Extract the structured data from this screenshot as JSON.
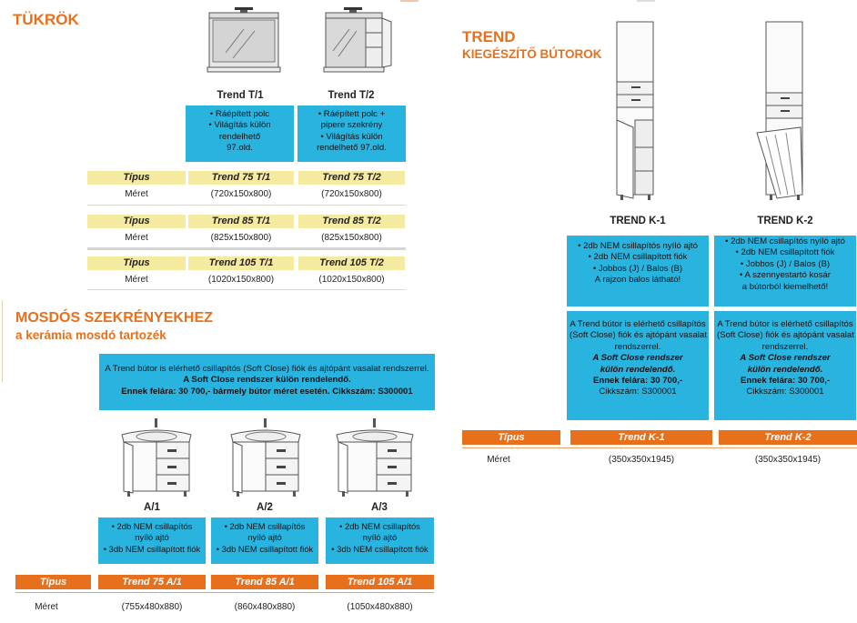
{
  "colors": {
    "orange": "#e8701c",
    "blue": "#29b4e0",
    "yellow": "#f4eaa0"
  },
  "mirrors": {
    "title": "TÜKRÖK",
    "products": [
      {
        "name": "Trend T/1",
        "features": [
          "• Ráépített polc",
          "• Világítás külön",
          "rendelhető",
          "97.old."
        ]
      },
      {
        "name": "Trend T/2",
        "features": [
          "• Ráépített polc +",
          "pipere szekrény",
          "• Világítás külön",
          "rendelhető 97.old."
        ]
      }
    ],
    "label_type": "Típus",
    "label_size": "Méret",
    "rows": [
      {
        "types": [
          "Trend 75 T/1",
          "Trend 75 T/2"
        ],
        "sizes": [
          "(720x150x800)",
          "(720x150x800)"
        ]
      },
      {
        "types": [
          "Trend 85 T/1",
          "Trend 85 T/2"
        ],
        "sizes": [
          "(825x150x800)",
          "(825x150x800)"
        ]
      },
      {
        "types": [
          "Trend 105 T/1",
          "Trend 105 T/2"
        ],
        "sizes": [
          "(1020x150x800)",
          "(1020x150x800)"
        ]
      }
    ]
  },
  "cabinets": {
    "title": "MOSDÓS SZEKRÉNYEKHEZ",
    "subtitle": "a kerámia mosdó tartozék",
    "notice": [
      "A Trend bútor is elérhető csillapítós (Soft Close) fiók és ajtópánt vasalat rendszerrel.",
      "A Soft Close rendszer külön rendelendő.",
      "Ennek felára: 30 700,- bármely bútor méret esetén. Cikkszám: S300001"
    ],
    "products": [
      {
        "name": "A/1",
        "features": [
          "• 2db NEM csillapítós",
          "nyíló ajtó",
          "• 3db NEM csillapított fiók"
        ],
        "type": "Trend 75 A/1",
        "size": "(755x480x880)"
      },
      {
        "name": "A/2",
        "features": [
          "• 2db NEM csillapítós",
          "nyíló ajtó",
          "• 3db NEM csillapított fiók"
        ],
        "type": "Trend 85 A/1",
        "size": "(860x480x880)"
      },
      {
        "name": "A/3",
        "features": [
          "• 2db NEM csillapítós",
          "nyíló ajtó",
          "• 3db NEM csillapított fiók"
        ],
        "type": "Trend 105 A/1",
        "size": "(1050x480x880)"
      }
    ],
    "label_type": "Típus",
    "label_size": "Méret"
  },
  "trend": {
    "title": "TREND",
    "subtitle": "KIEGÉSZÍTŐ BÚTOROK",
    "products": [
      {
        "name": "TREND K-1",
        "features": [
          "• 2db NEM csillapítós nyíló ajtó",
          "• 2db NEM csillapított fiók",
          "• Jobbos (J) / Balos (B)",
          "A rajzon balos látható!"
        ],
        "softclose": [
          "A Trend bútor is elérhető csillapítós",
          "(Soft Close) fiók és ajtópánt vasalat",
          "rendszerrel.",
          "A Soft Close rendszer",
          "külön rendelendő.",
          "Ennek felára: 30 700,-",
          "Cikkszám: S300001"
        ],
        "type": "Trend K-1",
        "size": "(350x350x1945)"
      },
      {
        "name": "TREND K-2",
        "features": [
          "• 2db NEM csillapítós nyíló ajtó",
          "• 2db NEM csillapított fiók",
          "• Jobbos (J) / Balos (B)",
          "• A szennyestartó kosár",
          "a bútorból kiemelhető!"
        ],
        "softclose": [
          "A Trend bútor is elérhető csillapítós",
          "(Soft Close) fiók és ajtópánt vasalat",
          "rendszerrel.",
          "A Soft Close rendszer",
          "külön rendelendő.",
          "Ennek felára: 30 700,-",
          "Cikkszám: S300001"
        ],
        "type": "Trend K-2",
        "size": "(350x350x1945)"
      }
    ],
    "label_type": "Típus",
    "label_size": "Méret"
  }
}
